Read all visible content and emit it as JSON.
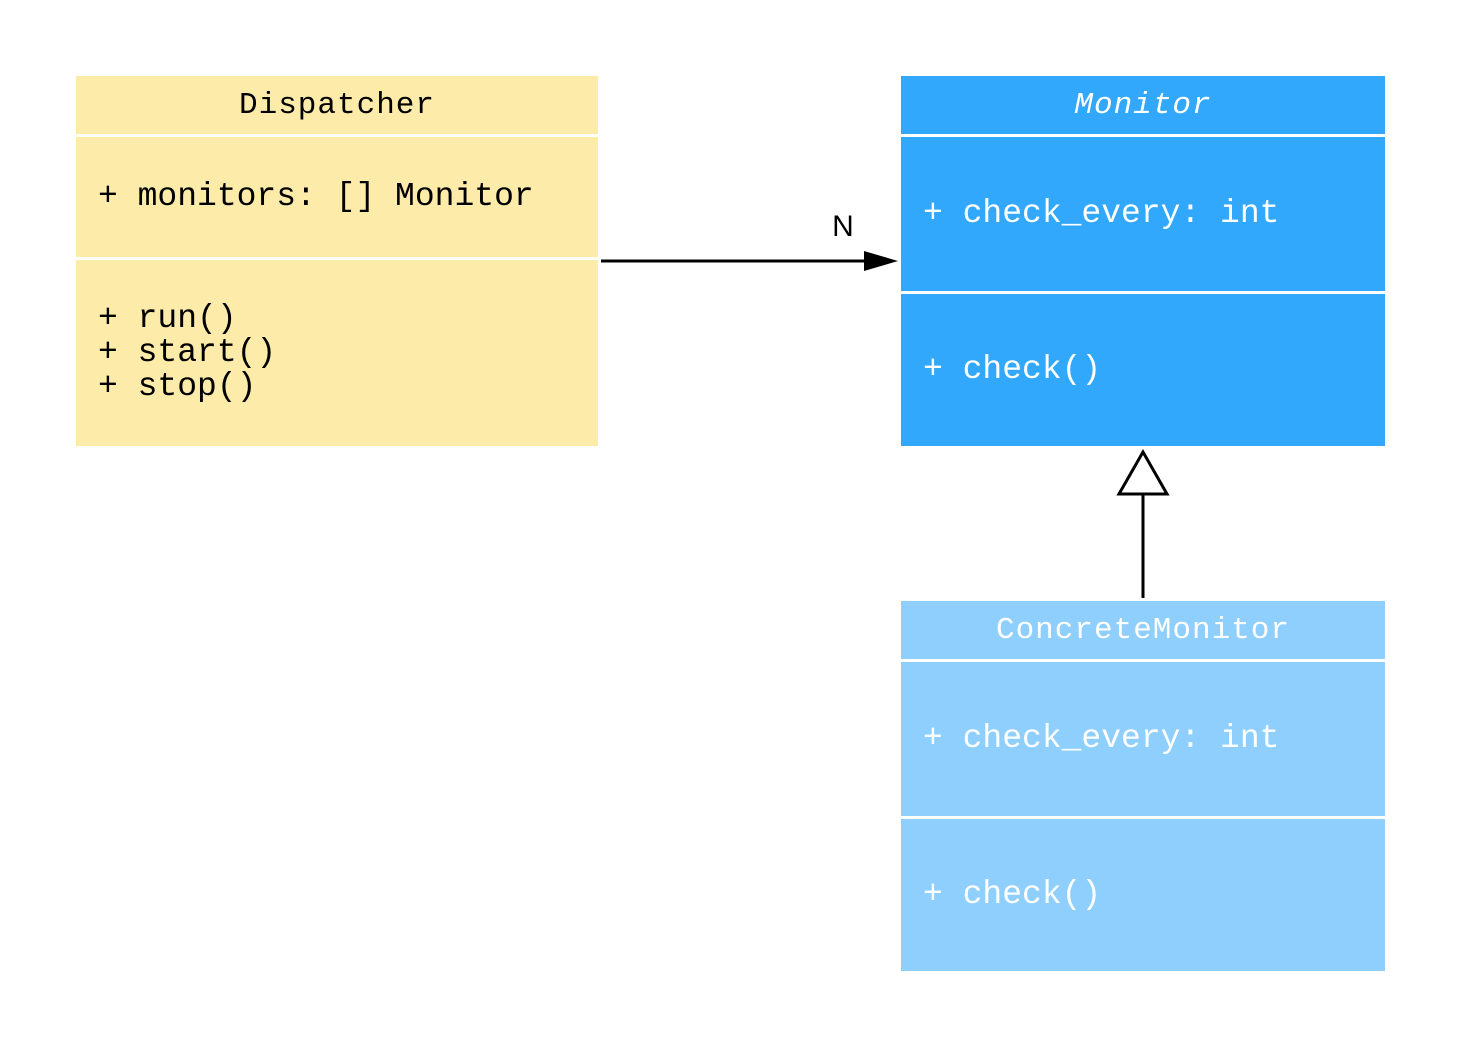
{
  "classes": {
    "dispatcher": {
      "name": "Dispatcher",
      "attributes": [
        "+ monitors: [] Monitor"
      ],
      "methods": [
        "+ run()",
        "+ start()",
        "+ stop()"
      ],
      "fill_color": "#fdebaa",
      "text_color": "#000000"
    },
    "monitor": {
      "name": "Monitor",
      "abstract": true,
      "attributes": [
        "+ check_every: int"
      ],
      "methods": [
        "+ check()"
      ],
      "fill_color": "#31a8fc",
      "text_color": "#ffffff"
    },
    "concrete_monitor": {
      "name": "ConcreteMonitor",
      "attributes": [
        "+ check_every: int"
      ],
      "methods": [
        "+ check()"
      ],
      "fill_color": "#8fcffd",
      "text_color": "#ffffff"
    }
  },
  "relations": {
    "association": {
      "from": "Dispatcher",
      "to": "Monitor",
      "multiplicity": "N",
      "arrow": "filled-triangle"
    },
    "generalization": {
      "from": "ConcreteMonitor",
      "to": "Monitor",
      "arrow": "hollow-triangle"
    }
  }
}
